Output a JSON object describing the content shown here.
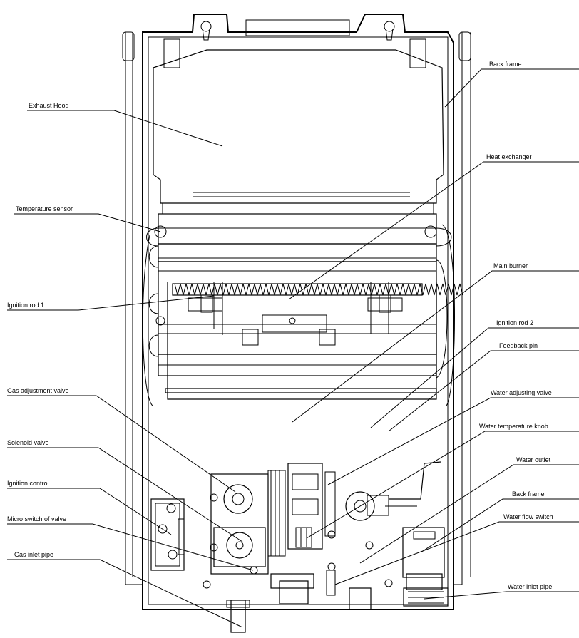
{
  "labels": {
    "left": [
      "Exhaust Hood",
      "Temperature sensor",
      "Ignition rod 1",
      "Gas adjustment valve",
      "Solenoid valve",
      "Ignition control",
      "Micro switch of valve",
      "Gas inlet pipe"
    ],
    "right": [
      "Back frame",
      "Heat exchanger",
      "Main burner",
      "Ignition rod 2",
      "Feedback pin",
      "Water adjusting valve",
      "Water temperature knob",
      "Water outlet",
      "Back frame",
      "Water flow switch",
      "Water inlet pipe"
    ]
  }
}
